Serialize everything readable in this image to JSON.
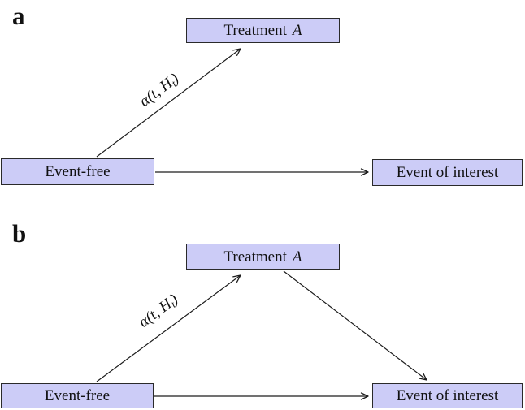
{
  "figure": {
    "colors": {
      "background": "#ffffff",
      "box_fill": "#ccccf7",
      "box_border": "#2a2a2a",
      "arrow": "#1c1c1c",
      "text": "#111111"
    },
    "panels": [
      {
        "label": "a",
        "nodes": {
          "treatment": {
            "text": "Treatment",
            "variable": "A"
          },
          "event_free": "Event-free",
          "event_of_interest": "Event of interest"
        },
        "edge_label": {
          "prefix": "α(t, H",
          "subscript": "t",
          "suffix": ")"
        }
      },
      {
        "label": "b",
        "nodes": {
          "treatment": {
            "text": "Treatment",
            "variable": "A"
          },
          "event_free": "Event-free",
          "event_of_interest": "Event of interest"
        },
        "edge_label": {
          "prefix": "α(t, H",
          "subscript": "t",
          "suffix": ")"
        }
      }
    ]
  }
}
